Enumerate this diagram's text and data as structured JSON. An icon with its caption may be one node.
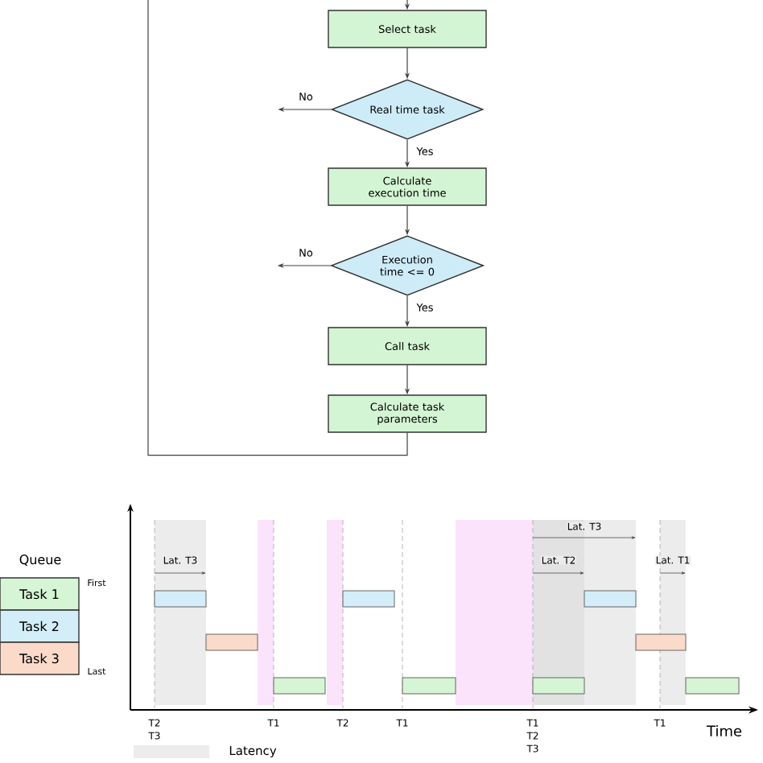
{
  "diagram": {
    "nodes": [
      {
        "text": [
          "Select task"
        ]
      },
      {
        "text": [
          "Real time task"
        ]
      },
      {
        "text": [
          "Calculate execution time"
        ]
      },
      {
        "text": [
          "Execution time <= 0"
        ]
      },
      {
        "text": [
          "Call task"
        ]
      },
      {
        "text": [
          "Calculate task parameters"
        ]
      },
      {
        "text": [
          "Task 1"
        ]
      },
      {
        "text": [
          "Task 2"
        ]
      },
      {
        "text": [
          "Task 3"
        ]
      }
    ],
    "edges": [
      {
        "from": null,
        "to": 0,
        "arrow": "to"
      },
      {
        "from": 0,
        "to": 1,
        "arrow": "to"
      },
      {
        "from": 1,
        "to": 2,
        "arrow": "to",
        "label": "Yes"
      },
      {
        "from": 1,
        "to": null,
        "arrow": "to",
        "label": "No"
      },
      {
        "from": 2,
        "to": 3,
        "arrow": "to"
      },
      {
        "from": 3,
        "to": 4,
        "arrow": "to",
        "label": "Yes"
      },
      {
        "from": 3,
        "to": null,
        "arrow": "to",
        "label": "No"
      },
      {
        "from": 4,
        "to": 5,
        "arrow": "to"
      },
      {
        "from": 5,
        "to": null,
        "arrow": "none"
      }
    ],
    "labels": [
      "Queue",
      "First",
      "Last",
      "Lat. T3",
      "Lat. T3",
      "Lat. T2",
      "Lat. T1",
      "T2",
      "T3",
      "T1",
      "T2",
      "T1",
      "T1",
      "T2",
      "T3",
      "T1",
      "Time"
    ],
    "legend": [
      {
        "text": "Latency",
        "color": "#ececec"
      }
    ]
  }
}
